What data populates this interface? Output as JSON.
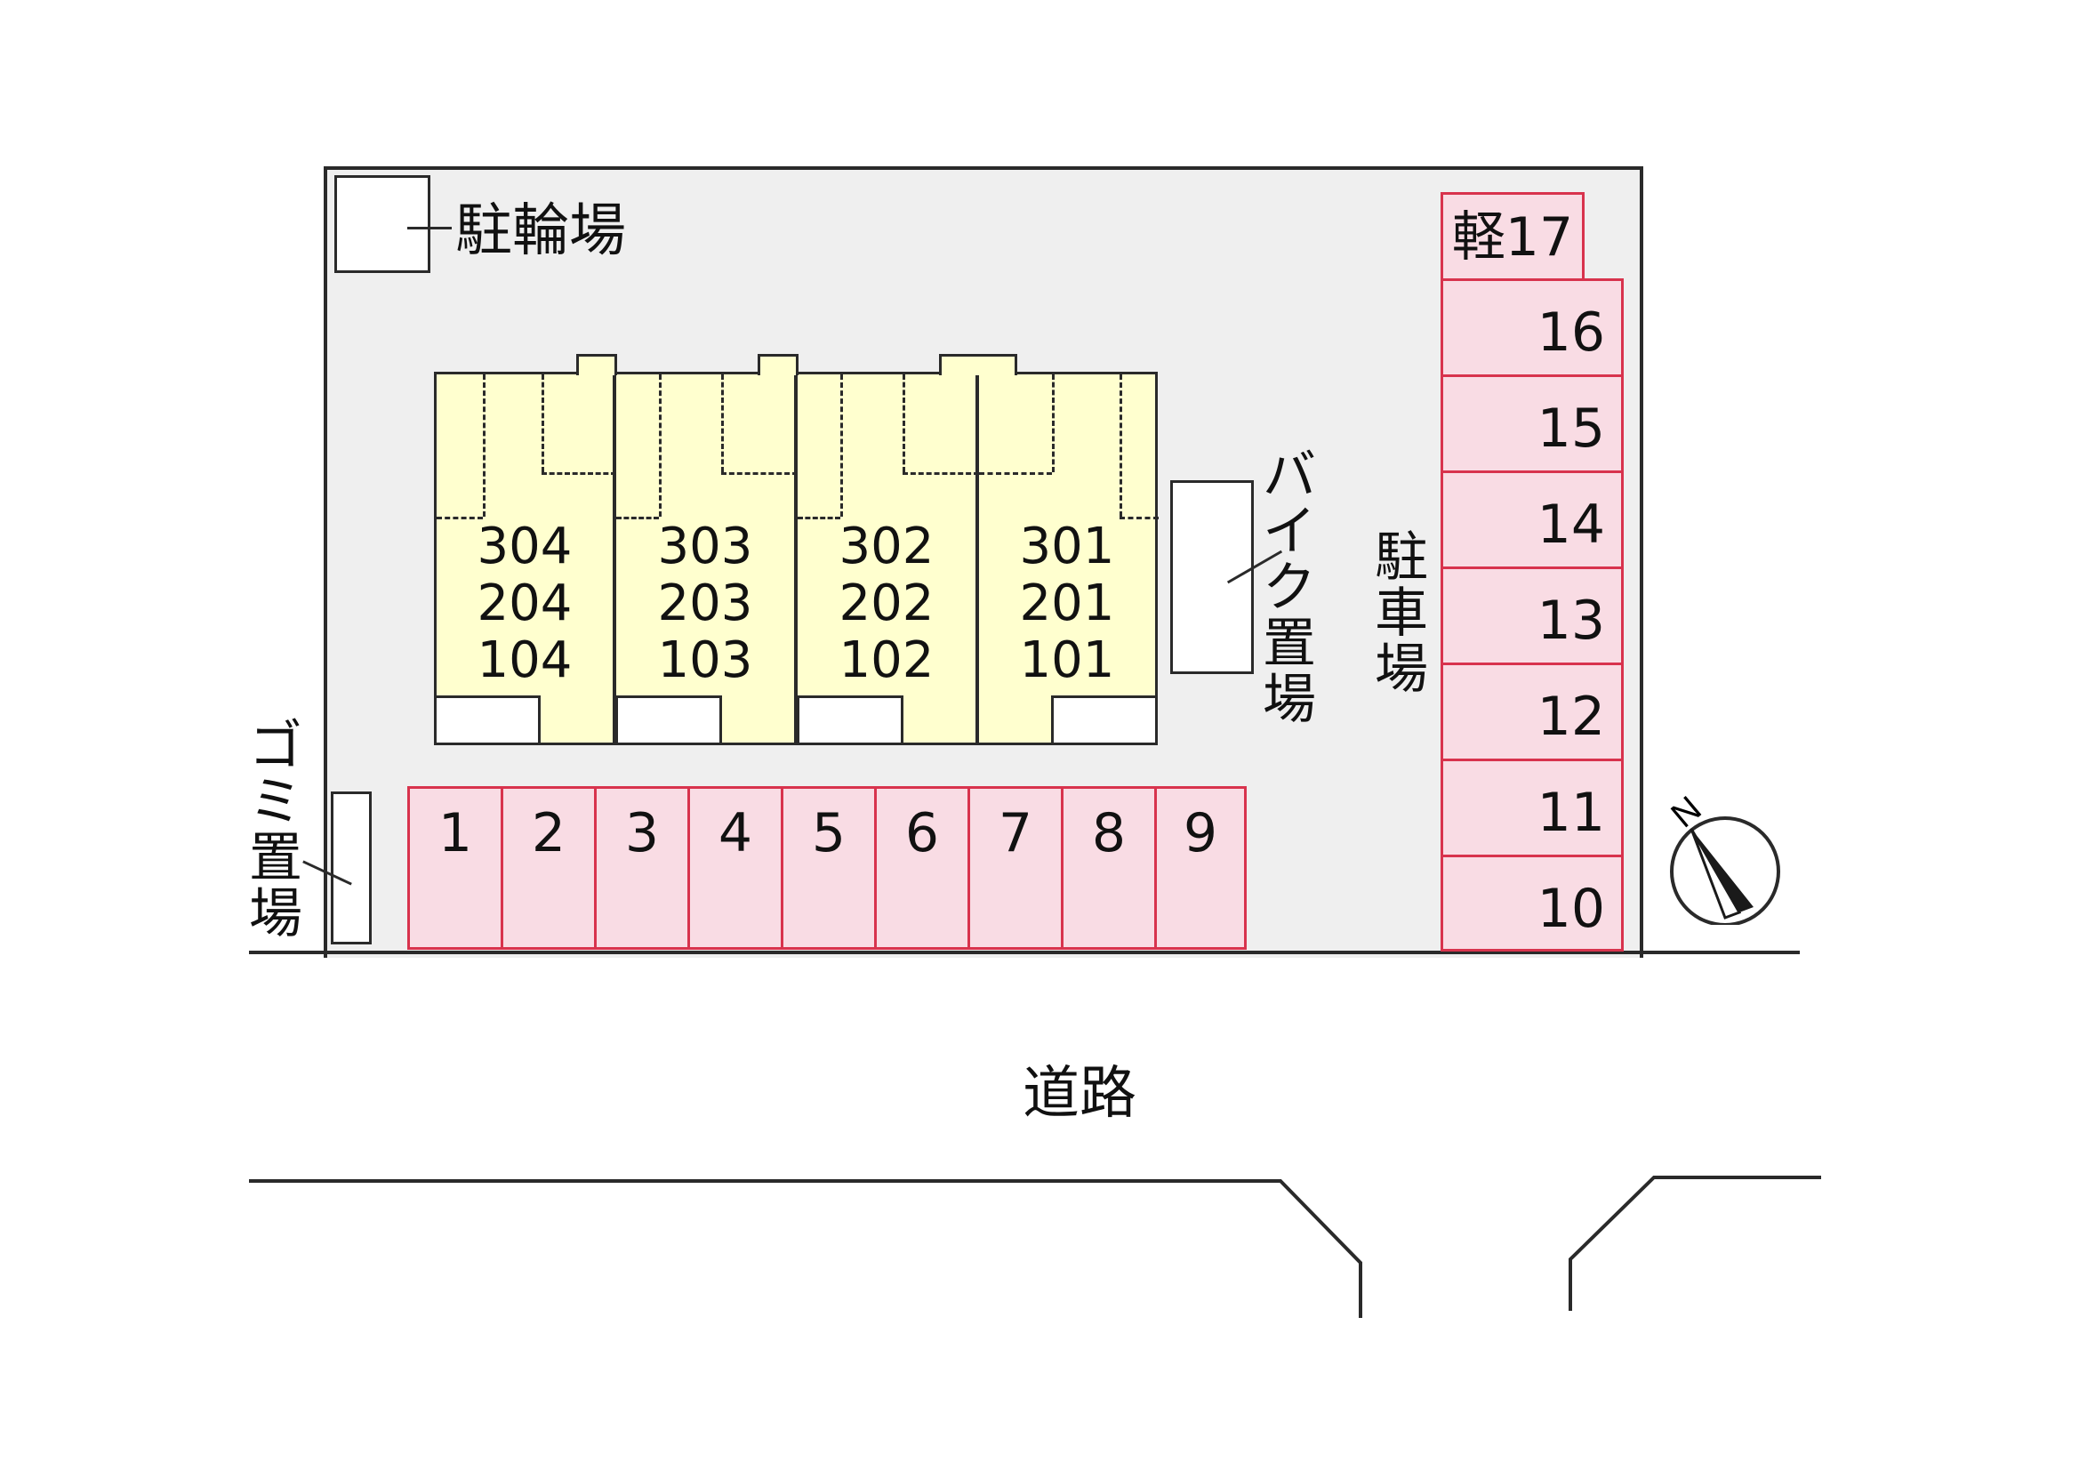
{
  "labels": {
    "bicycle_parking": "駐輪場",
    "motorbike_parking": "バイク置場",
    "car_parking": "駐車場",
    "garbage": "ゴミ置場",
    "road": "道路",
    "compass_n": "N"
  },
  "building": {
    "units": [
      {
        "top": "304",
        "mid": "204",
        "bot": "104"
      },
      {
        "top": "303",
        "mid": "203",
        "bot": "103"
      },
      {
        "top": "302",
        "mid": "202",
        "bot": "102"
      },
      {
        "top": "301",
        "mid": "201",
        "bot": "101"
      }
    ]
  },
  "parking_bottom": [
    "1",
    "2",
    "3",
    "4",
    "5",
    "6",
    "7",
    "8",
    "9"
  ],
  "parking_right": [
    "軽17",
    "16",
    "15",
    "14",
    "13",
    "12",
    "11",
    "10"
  ],
  "colors": {
    "lot": "#efefef",
    "building": "#ffffcf",
    "parking_fill": "#f9dce4",
    "parking_border": "#d8334d",
    "outline": "#2a2a2a"
  }
}
